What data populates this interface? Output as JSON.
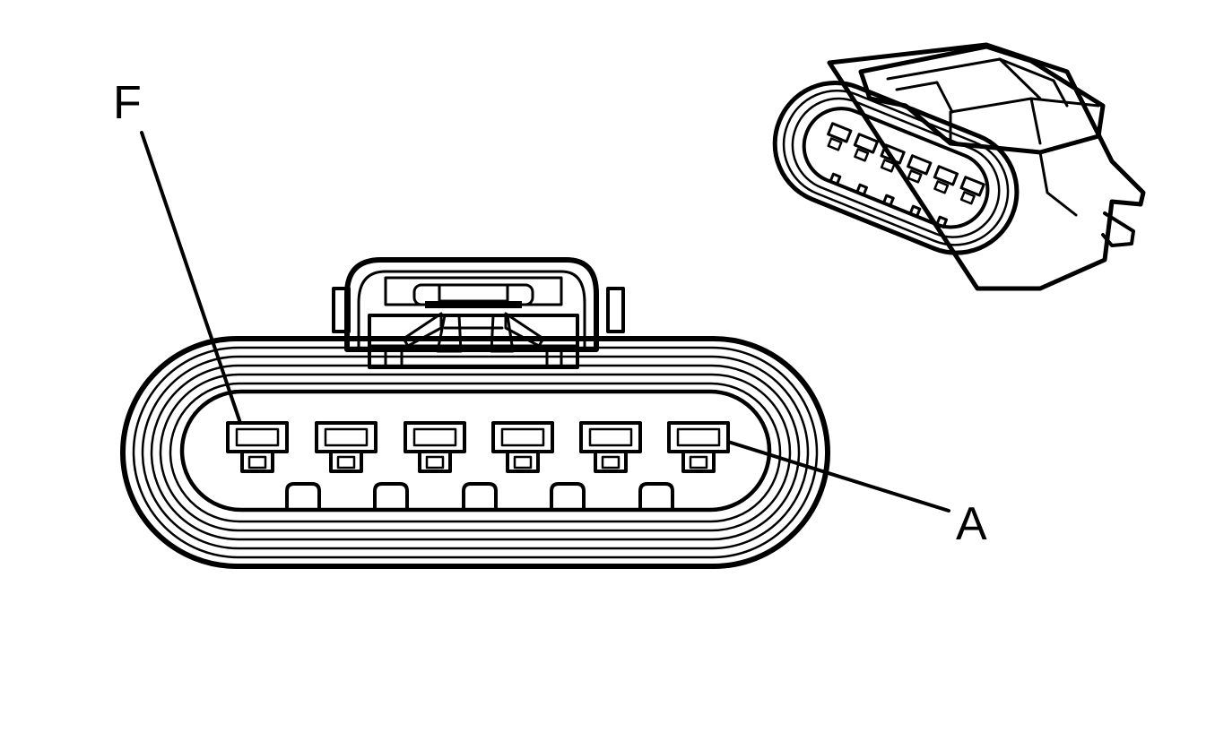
{
  "labels": {
    "terminal_f": "F",
    "terminal_a": "A"
  },
  "colors": {
    "line": "#000000",
    "background": "#ffffff"
  },
  "connector": {
    "terminal_count": 6,
    "rib_count": 5
  }
}
